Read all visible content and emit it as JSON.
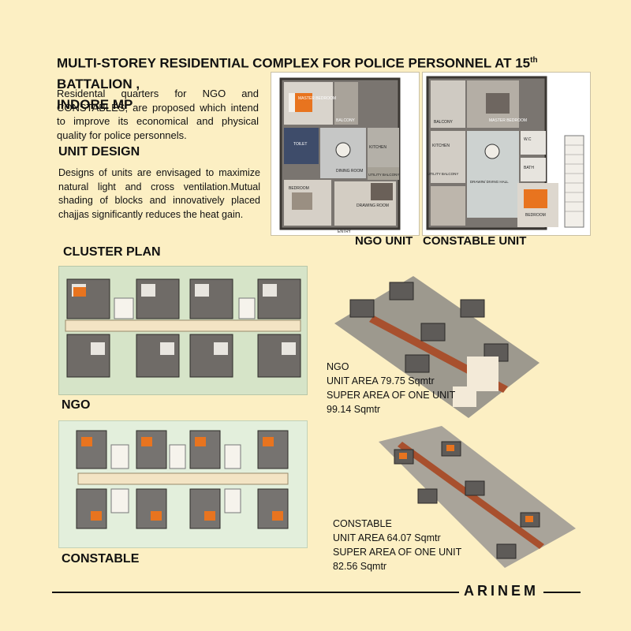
{
  "title": {
    "line1_main": "MULTI-STOREY RESIDENTIAL COMPLEX FOR POLICE PERSONNEL AT 15",
    "line1_sup": "th",
    "line1_tail": " BATTALION ,",
    "line2": "INDORE MP"
  },
  "intro": "Residental quarters for NGO and CONSTABLES, are proposed which intend to improve its economical and physical quality for police personnels.",
  "unit_design": {
    "heading": "UNIT DESIGN",
    "text": "Designs of units are envisaged to maximize natural light and cross ventilation.Mutual shading of blocks and innovatively placed chajjas significantly reduces the heat gain."
  },
  "ngo_plan": {
    "caption": "NGO UNIT",
    "rooms": {
      "master_bedroom": "MASTER BEDROOM",
      "balcony": "BALCONY",
      "toilet": "TOILET",
      "kitchen": "KITCHEN",
      "dining_room": "DINING ROOM",
      "utility_balcony": "UTILITY BALCONY",
      "bedroom": "BEDROOM",
      "drawing_room": "DRAWING ROOM",
      "entry": "ENTRY"
    }
  },
  "constable_plan": {
    "caption": "CONSTABLE UNIT",
    "rooms": {
      "balcony": "BALCONY",
      "master_bedroom": "MASTER BEDROOM",
      "kitchen": "KITCHEN",
      "wc": "W.C",
      "bath": "BATH",
      "utility_balcony": "UTILITY BALCONY",
      "drawing_dining_hall": "DRAWIN/ DIVING HALL",
      "bedroom": "BEDROOM"
    }
  },
  "cluster": {
    "heading": "CLUSTER PLAN",
    "ngo_label": "NGO",
    "constable_label": "CONSTABLE"
  },
  "ngo_info": {
    "name": "NGO",
    "unit_area": "UNIT AREA  79.75 Sqmtr",
    "super_area_label": "SUPER AREA OF ONE UNIT",
    "super_area_value": "99.14 Sqmtr"
  },
  "constable_info": {
    "name": "CONSTABLE",
    "unit_area": "UNIT AREA  64.07 Sqmtr",
    "super_area_label": "SUPER AREA OF ONE UNIT",
    "super_area_value": "82.56 Sqmtr"
  },
  "footer": {
    "logo": "ARINEM"
  },
  "colors": {
    "background": "#fcefc3",
    "bed_orange": "#e8741f",
    "ngo_cluster_bg": "#d6e4c8",
    "constable_cluster_bg": "#e3efdc"
  }
}
